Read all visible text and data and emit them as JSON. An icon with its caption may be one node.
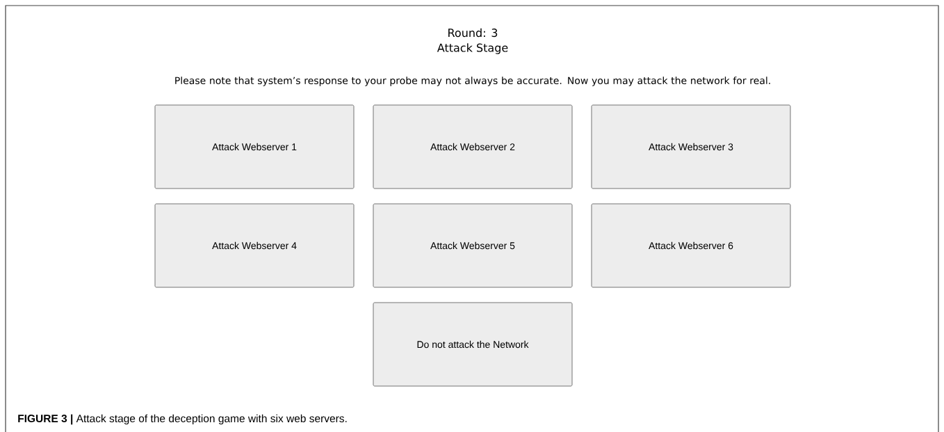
{
  "diagram": {
    "caption": "**FIGURE 3 |** Attack stage of the deception game with six web servers.",
    "nodes": [
      {
        "text": [
          "Attack Webserver 1"
        ]
      },
      {
        "text": [
          "Attack Webserver 2"
        ]
      },
      {
        "text": [
          "Attack Webserver 3"
        ]
      },
      {
        "text": [
          "Attack Webserver 4"
        ]
      },
      {
        "text": [
          "Attack Webserver 5"
        ]
      },
      {
        "text": [
          "Attack Webserver 6"
        ]
      },
      {
        "text": [
          "Do not attack the Network"
        ]
      }
    ],
    "labels": [
      "Round: 3",
      "Attack Stage",
      "Please note that system’s response to your probe may not always be accurate. Now you may attack the network for real."
    ]
  }
}
